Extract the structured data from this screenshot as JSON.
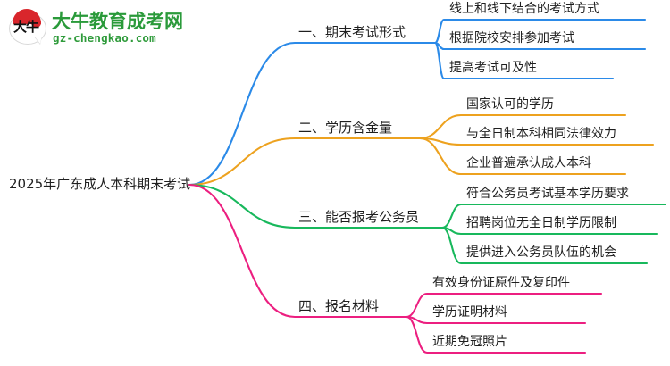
{
  "logo": {
    "mark_text": "大牛",
    "title": "大牛教育成考网",
    "domain": "gz-chengkao.com",
    "brand_color": "#2a9a3a",
    "mark_color": "#d9262c"
  },
  "mindmap": {
    "root": {
      "label": "2025年广东成人本科期末考试"
    },
    "branches": [
      {
        "label": "一、期末考试形式",
        "color": "#2b8ae8",
        "children": [
          "线上和线下结合的考试方式",
          "根据院校安排参加考试",
          "提高考试可及性"
        ]
      },
      {
        "label": "二、学历含金量",
        "color": "#eda21f",
        "children": [
          "国家认可的学历",
          "与全日制本科相同法律效力",
          "企业普遍承认成人本科"
        ]
      },
      {
        "label": "三、能否报考公务员",
        "color": "#18b85c",
        "children": [
          "符合公务员考试基本学历要求",
          "招聘岗位无全日制学历限制",
          "提供进入公务员队伍的机会"
        ]
      },
      {
        "label": "四、报名材料",
        "color": "#ec1f80",
        "children": [
          "有效身份证原件及复印件",
          "学历证明材料",
          "近期免冠照片"
        ]
      }
    ]
  }
}
